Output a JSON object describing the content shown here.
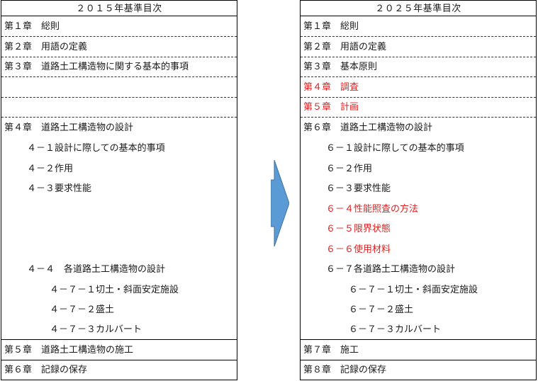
{
  "left": {
    "title": "２０１５年基準目次",
    "rows": [
      {
        "text": "第１章　総則"
      },
      {
        "text": "第２章　用語の定義"
      },
      {
        "text": "第３章　道路土工構造物に関する基本的事項"
      },
      {
        "text": ""
      },
      {
        "text": ""
      },
      {
        "text": "第４章　道路土工構造物の設計"
      },
      {
        "text": "４－１設計に際しての基本的事項"
      },
      {
        "text": "４－２作用"
      },
      {
        "text": "４－３要求性能"
      },
      {
        "text": "４－４　各道路土工構造物の設計"
      },
      {
        "text": "４－７－１切土・斜面安定施設"
      },
      {
        "text": "４－７－２盛土"
      },
      {
        "text": "４－７－３カルバート"
      },
      {
        "text": "第５章　道路土工構造物の施工"
      },
      {
        "text": "第６章　記録の保存"
      }
    ]
  },
  "right": {
    "title": "２０２５年基準目次",
    "rows": [
      {
        "text": "第１章　総則"
      },
      {
        "text": "第２章　用語の定義"
      },
      {
        "text": "第３章　基本原則"
      },
      {
        "text": "第４章　調査"
      },
      {
        "text": "第５章　計画"
      },
      {
        "text": "第６章　道路土工構造物の設計"
      },
      {
        "text": "６－１設計に際しての基本的事項"
      },
      {
        "text": "６－２作用"
      },
      {
        "text": "６－３要求性能"
      },
      {
        "text": "６－４性能照査の方法"
      },
      {
        "text": "６－５限界状態"
      },
      {
        "text": "６－６使用材料"
      },
      {
        "text": "６－７各道路土工構造物の設計"
      },
      {
        "text": "６－７－１切土・斜面安定施設"
      },
      {
        "text": "６－７－２盛土"
      },
      {
        "text": "６－７－３カルバート"
      },
      {
        "text": "第７章　施工"
      },
      {
        "text": "第８章　記録の保存"
      }
    ]
  },
  "colors": {
    "added": "#e02020",
    "arrow_fill": "#5b9bd5",
    "arrow_stroke": "#41719c"
  },
  "arrow_icon": "right-arrow-icon"
}
